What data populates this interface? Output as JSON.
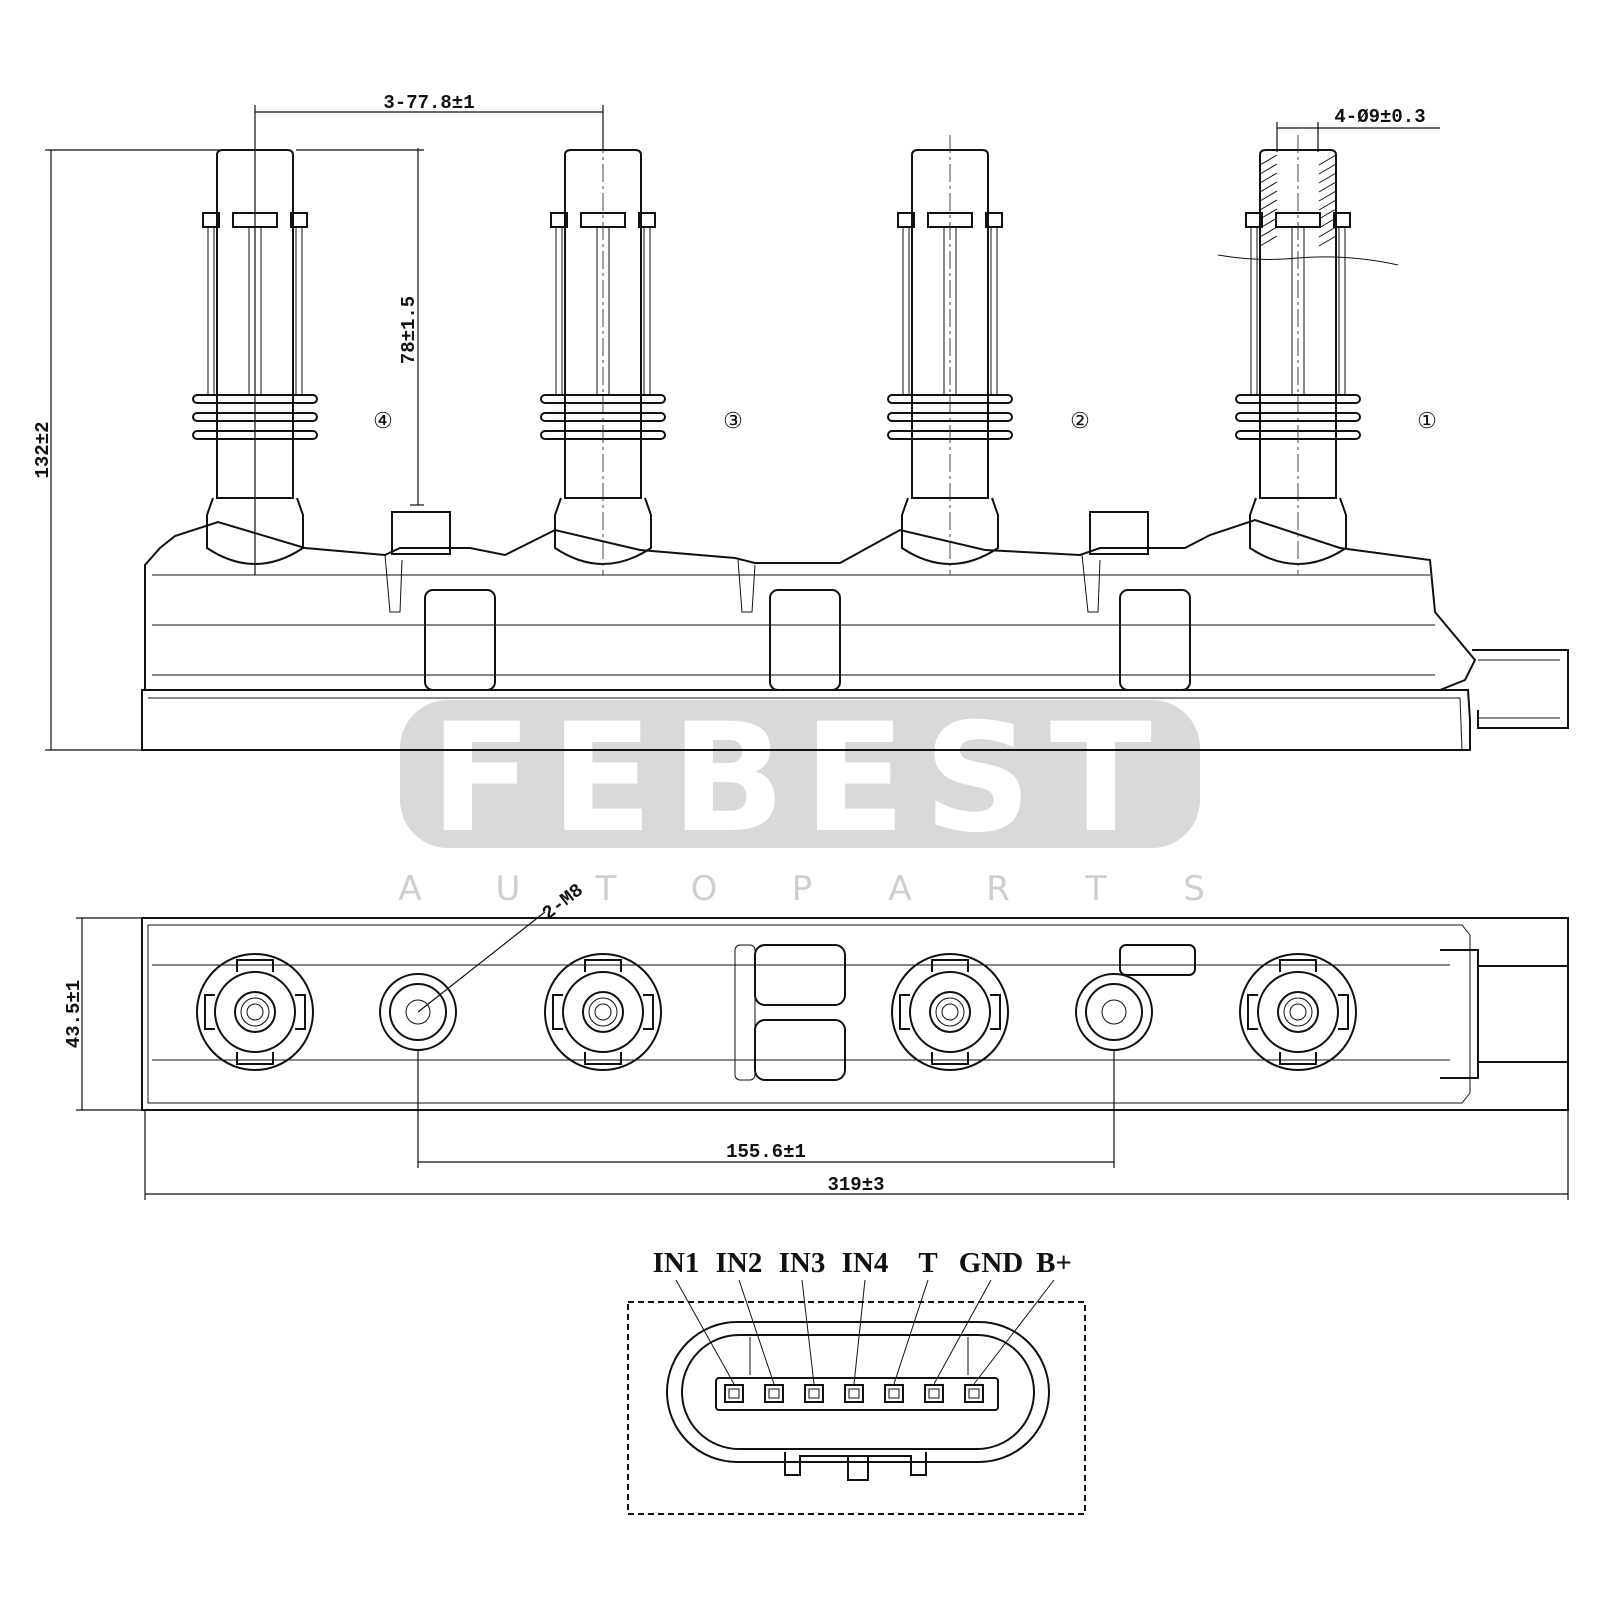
{
  "watermark": {
    "brand": "FEBEST",
    "subtitle": [
      "A",
      "U",
      "T",
      "O",
      "P",
      "A",
      "R",
      "T",
      "S"
    ],
    "box_color": "#d9d9d9"
  },
  "side_view": {
    "dims": {
      "pitch": "3-77.8±1",
      "boot_diameter": "4-Ø9±0.3",
      "boot_length": "78±1.5",
      "overall_height": "132±2"
    },
    "cylinder_markers": [
      "④",
      "③",
      "②",
      "①"
    ]
  },
  "top_view": {
    "dims": {
      "bolts": "2-M8",
      "width": "43.5±1",
      "bolt_spacing": "155.6±1",
      "overall_length": "319±3"
    }
  },
  "connector": {
    "pins": [
      "IN1",
      "IN2",
      "IN3",
      "IN4",
      "T",
      "GND",
      "B+"
    ]
  }
}
